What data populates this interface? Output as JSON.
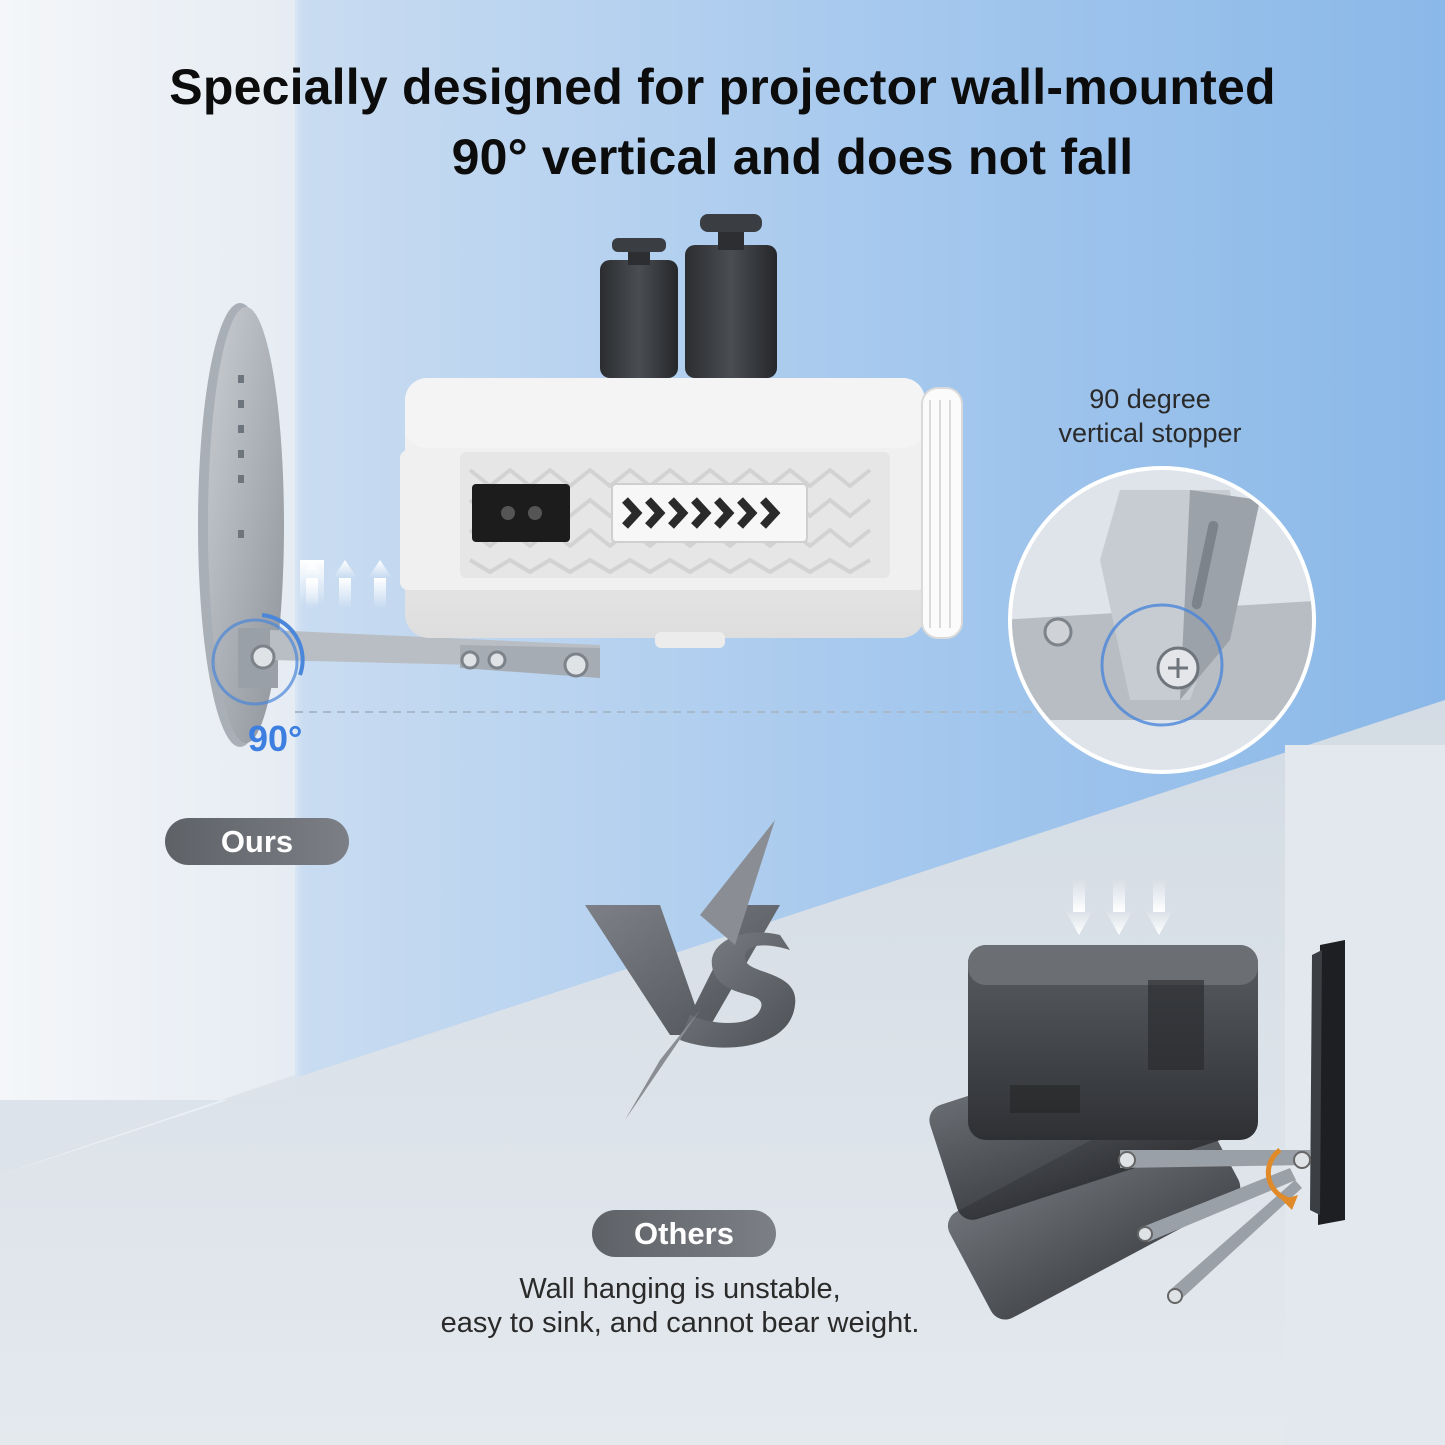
{
  "headline": {
    "line1": "Specially designed for projector wall-mounted",
    "line2": "90° vertical and does not fall"
  },
  "ours": {
    "label": "Ours",
    "angle_label": "90°"
  },
  "detail": {
    "line1": "90 degree",
    "line2": "vertical stopper"
  },
  "versus": {
    "label": "VS"
  },
  "others": {
    "label": "Others",
    "desc_line1": "Wall hanging is unstable,",
    "desc_line2": "easy to sink, and cannot bear weight."
  },
  "colors": {
    "accent": "#3d7fe0",
    "pill": "#6b6e73"
  }
}
